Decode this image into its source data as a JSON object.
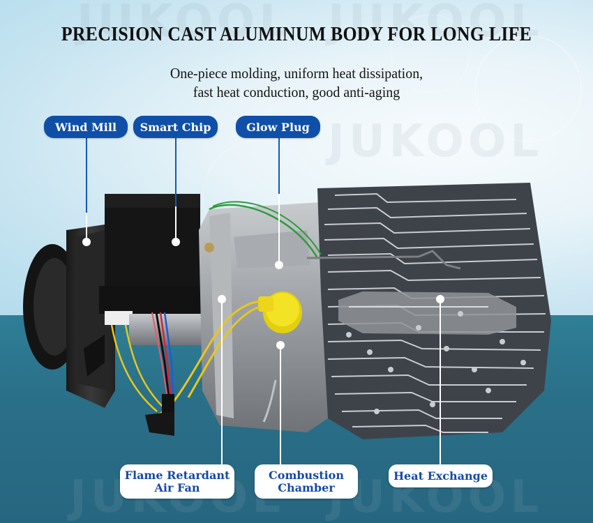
{
  "banner": {
    "title": "PRECISION CAST ALUMINUM BODY FOR LONG LIFE",
    "subtitle_lines": [
      "One-piece molding, uniform heat dissipation,",
      "fast heat conduction, good anti-aging"
    ],
    "watermark": "JUKOOL"
  },
  "top_labels": [
    {
      "label": "Wind Mill"
    },
    {
      "label": "Smart Chip"
    },
    {
      "label": "Glow Plug"
    }
  ],
  "bottom_labels": [
    {
      "line1": "Flame Retardant",
      "line2": "Air Fan"
    },
    {
      "line1": "Combustion",
      "line2": "Chamber"
    },
    {
      "line1": "Heat Exchange",
      "line2": ""
    }
  ],
  "colors": {
    "top_background": "#c9e5f1",
    "bottom_background": "#2a6f88",
    "label_blue": "#0f4fa8",
    "label_text_blue": "#1749a6",
    "heater_metal": "#9a9ea2",
    "heater_black": "#1a1a1a",
    "plug_yellow": "#f2e21a"
  },
  "product": {
    "name": "diesel air heater",
    "parts": [
      "wind-mill-fan",
      "smart-chip-box",
      "glow-plug",
      "air-fan-housing",
      "combustion-chamber",
      "heat-exchanger-fins",
      "yellow-fuel-cap",
      "wiring-harness"
    ]
  }
}
